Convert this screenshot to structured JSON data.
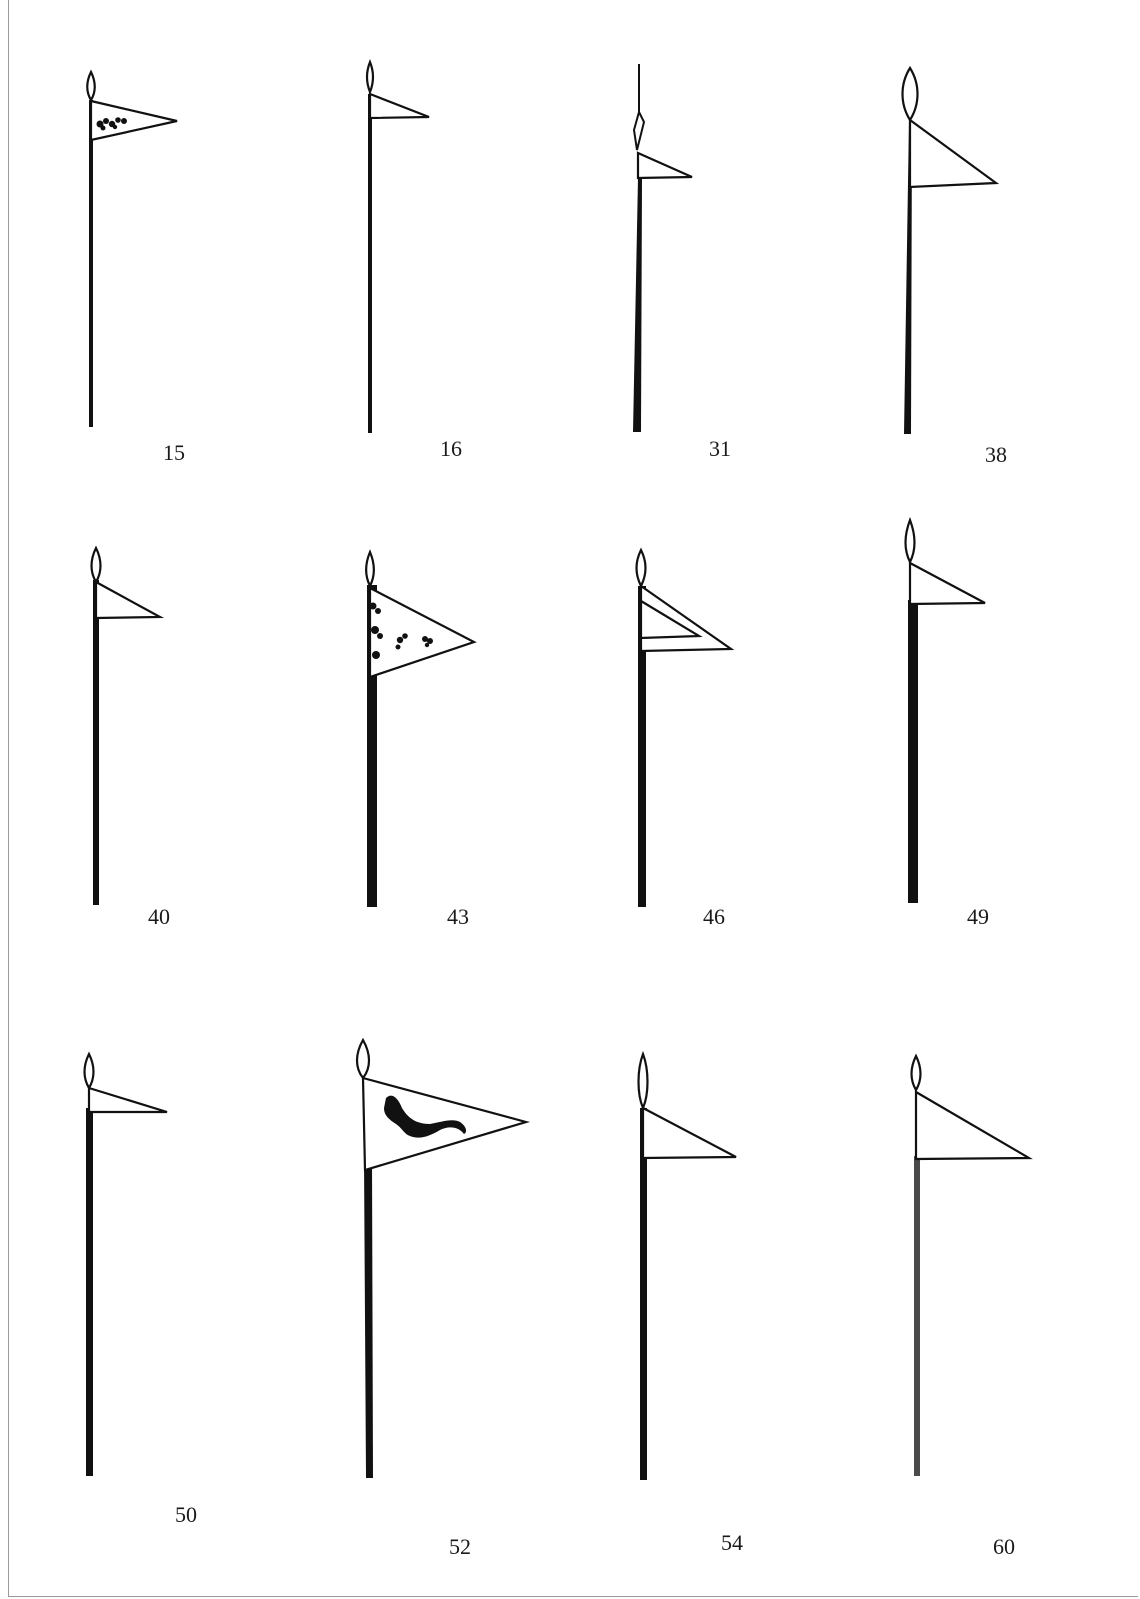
{
  "figures": [
    {
      "label": "15"
    },
    {
      "label": "16"
    },
    {
      "label": "31"
    },
    {
      "label": "38"
    },
    {
      "label": "40"
    },
    {
      "label": "43"
    },
    {
      "label": "46"
    },
    {
      "label": "49"
    },
    {
      "label": "50"
    },
    {
      "label": "52"
    },
    {
      "label": "54"
    },
    {
      "label": "60"
    }
  ],
  "colors": {
    "ink": "#111111",
    "pole_grey": "#4a4a4a",
    "frame": "#9a9a9a"
  }
}
